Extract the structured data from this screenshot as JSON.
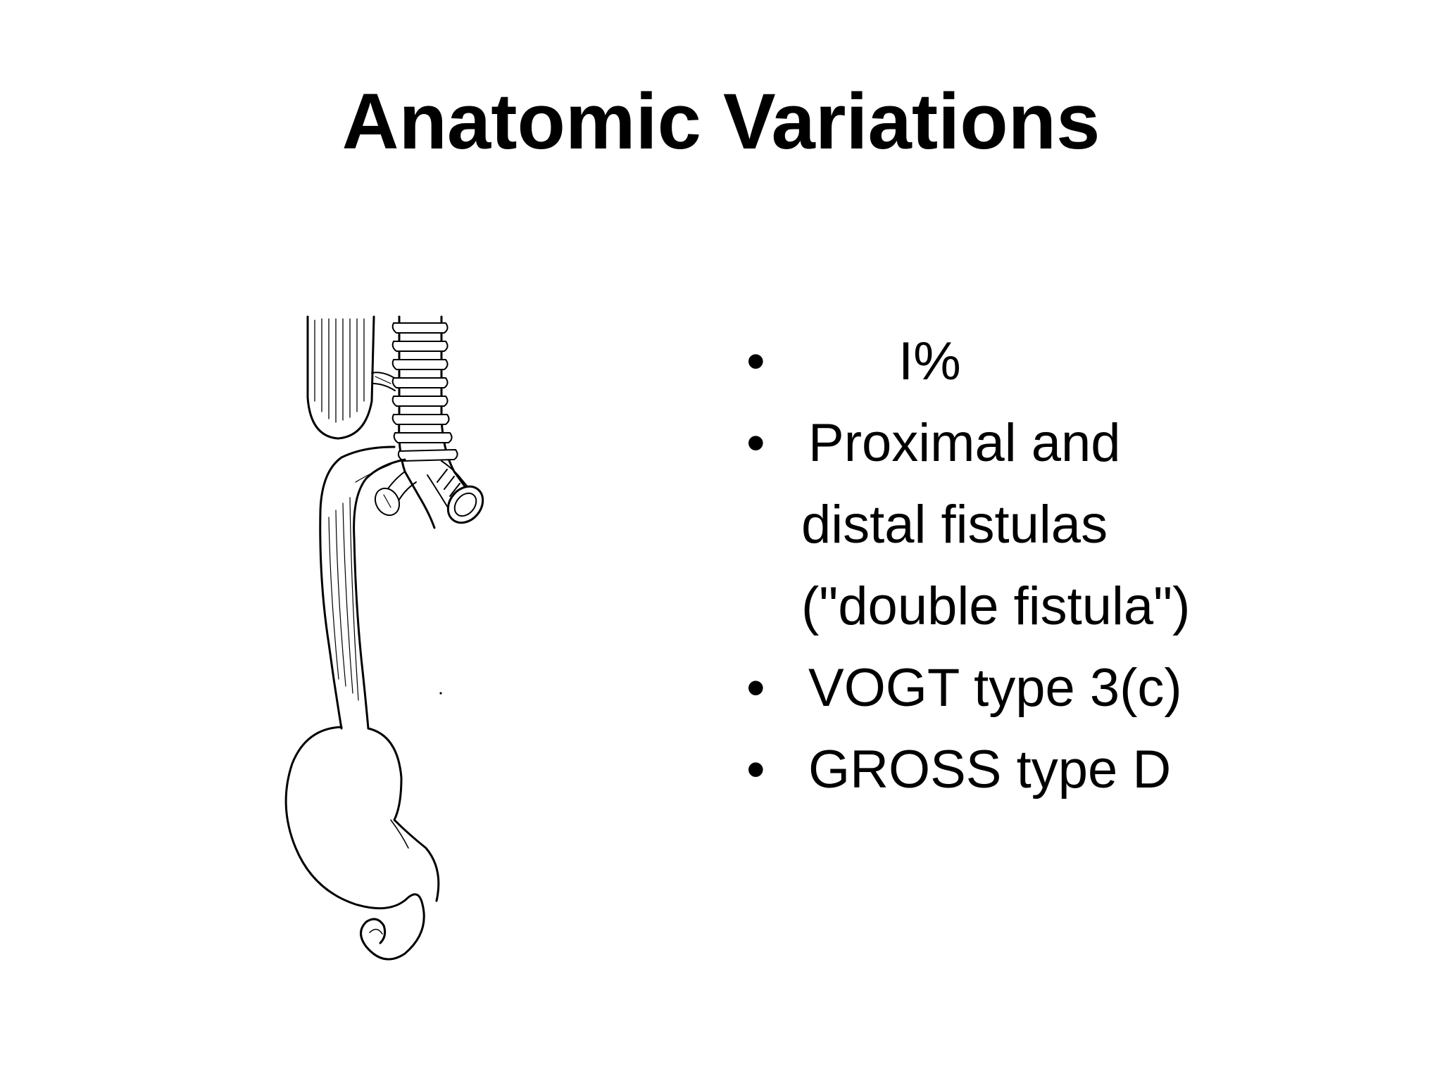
{
  "slide": {
    "title": "Anatomic Variations",
    "bullets": [
      {
        "marker": "•",
        "lines": [
          "I%"
        ]
      },
      {
        "marker": "•",
        "lines": [
          "Proximal and",
          "distal fistulas",
          "(\"double fistula\")"
        ]
      },
      {
        "marker": "•",
        "lines": [
          "VOGT type 3(c)"
        ]
      },
      {
        "marker": "•",
        "lines": [
          "GROSS type D"
        ]
      }
    ]
  },
  "illustration": {
    "subject": "esophageal-atresia-double-fistula-drawing",
    "stroke_color": "#000000",
    "fill_color": "#ffffff"
  }
}
